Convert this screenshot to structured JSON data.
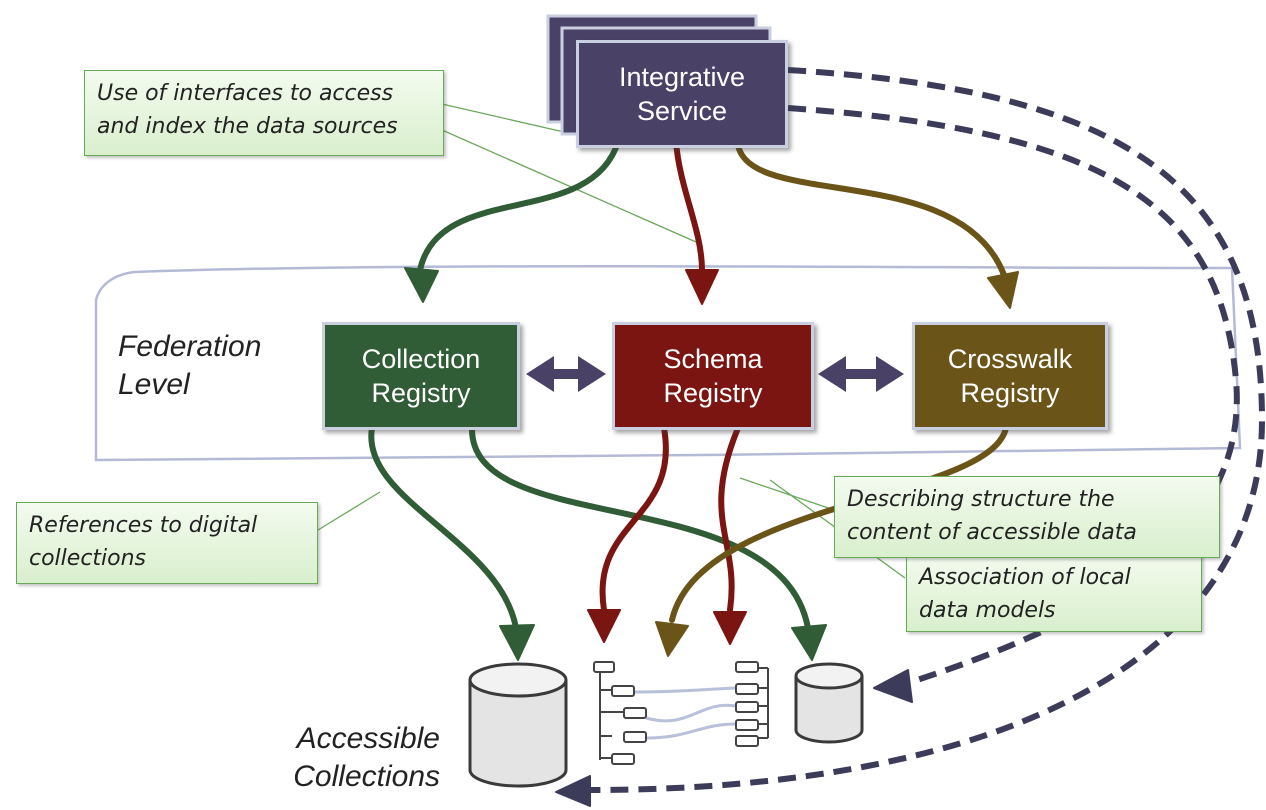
{
  "integrative_service": {
    "line1": "Integrative",
    "line2": "Service"
  },
  "federation_level": {
    "line1": "Federation",
    "line2": "Level"
  },
  "registries": {
    "collection": {
      "line1": "Collection",
      "line2": "Registry"
    },
    "schema": {
      "line1": "Schema",
      "line2": "Registry"
    },
    "crosswalk": {
      "line1": "Crosswalk",
      "line2": "Registry"
    }
  },
  "notes": {
    "interfaces": {
      "line1": "Use of interfaces to access",
      "line2": "and index the data sources"
    },
    "references": {
      "line1": "References to digital",
      "line2": "collections"
    },
    "describing": {
      "line1": "Describing structure the",
      "line2": "content of accessible data"
    },
    "association": {
      "line1": "Association of local",
      "line2": "data models"
    }
  },
  "accessible_collections": {
    "line1": "Accessible",
    "line2": "Collections"
  },
  "colors": {
    "service": "#4a4266",
    "collection": "#305c36",
    "schema": "#7a1512",
    "crosswalk": "#6b5418",
    "dashed": "#3c3c5a"
  }
}
